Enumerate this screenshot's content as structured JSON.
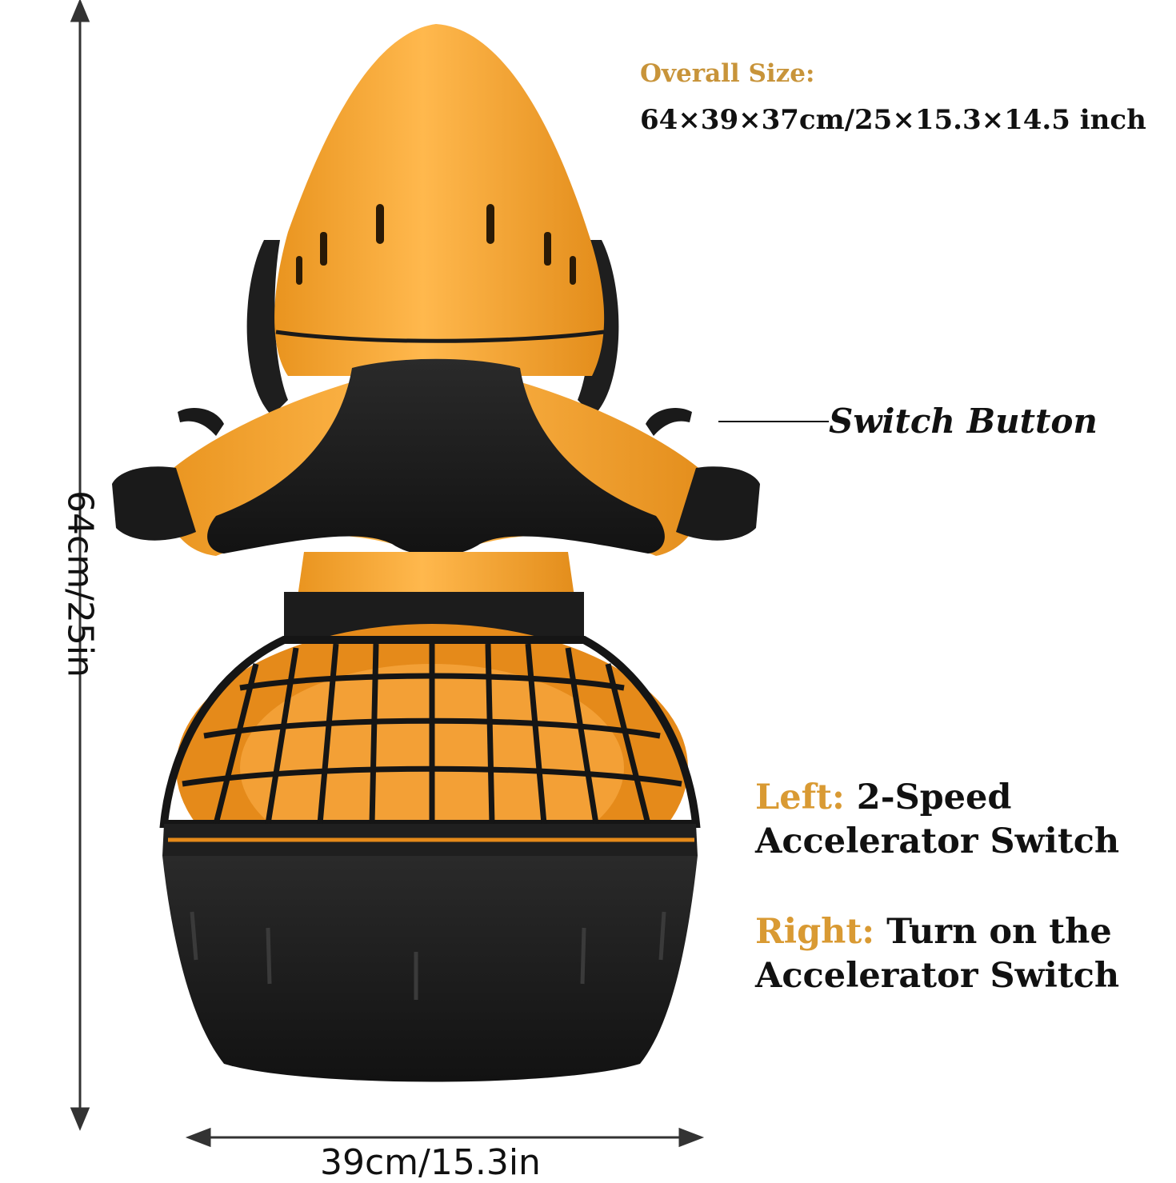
{
  "specs": {
    "overall_size_title": "Overall Size:",
    "overall_size_value": "64×39×37cm/25×15.3×14.5 inch"
  },
  "callouts": {
    "switch_button": "Switch Button",
    "left_key": "Left:",
    "left_line1": " 2-Speed",
    "left_line2": "Accelerator Switch",
    "right_key": "Right:",
    "right_line1": " Turn on the",
    "right_line2": "Accelerator Switch"
  },
  "dimensions": {
    "height": "64cm/25in",
    "width": "39cm/15.3in"
  },
  "colors": {
    "accent_text": "#d99a33",
    "body_orange": "#f3a43a",
    "body_black": "#1c1c1c"
  },
  "product": {
    "icon": "underwater-scooter-illustration"
  }
}
